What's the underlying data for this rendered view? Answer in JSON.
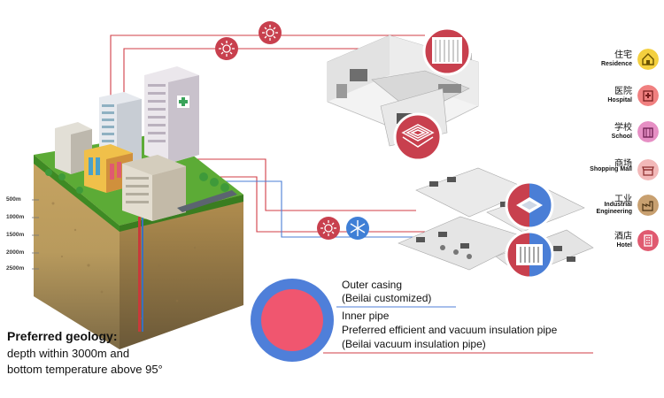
{
  "depth_scale": [
    "500m",
    "1000m",
    "1500m",
    "2000m",
    "2500m"
  ],
  "geology": {
    "title": "Preferred geology:",
    "line1": "depth within 3000m and",
    "line2": "bottom temperature above 95°"
  },
  "pipe": {
    "outer_label": "Outer casing",
    "outer_note": "(Beilai customized)",
    "inner_label": "Inner pipe",
    "inner_desc": "Preferred efficient and vacuum insulation pipe",
    "inner_note": "(Beilai vacuum insulation pipe)"
  },
  "legend": [
    {
      "cn": "住宅",
      "en": "Residence",
      "icon": "house-icon",
      "color": "#f4d03f"
    },
    {
      "cn": "医院",
      "en": "Hospital",
      "icon": "hospital-icon",
      "color": "#f08080"
    },
    {
      "cn": "学校",
      "en": "School",
      "icon": "school-icon",
      "color": "#e68fc4"
    },
    {
      "cn": "商场",
      "en": "Shopping Mall",
      "icon": "mall-icon",
      "color": "#f2b8b8"
    },
    {
      "cn": "工业",
      "en": "Industrial Engineering",
      "icon": "factory-icon",
      "color": "#c8a070"
    },
    {
      "cn": "酒店",
      "en": "Hotel",
      "icon": "hotel-icon",
      "color": "#e05a70"
    }
  ],
  "colors": {
    "hot_line": "#d23c46",
    "cold_line": "#4a7ed6",
    "outer_casing": "#4f7fd9",
    "inner_pipe": "#f0566f",
    "sun_icon": "#c8404e",
    "snow_icon": "#3f7fd6",
    "grass": "#5fae3a",
    "soil": "#c9a65e"
  }
}
